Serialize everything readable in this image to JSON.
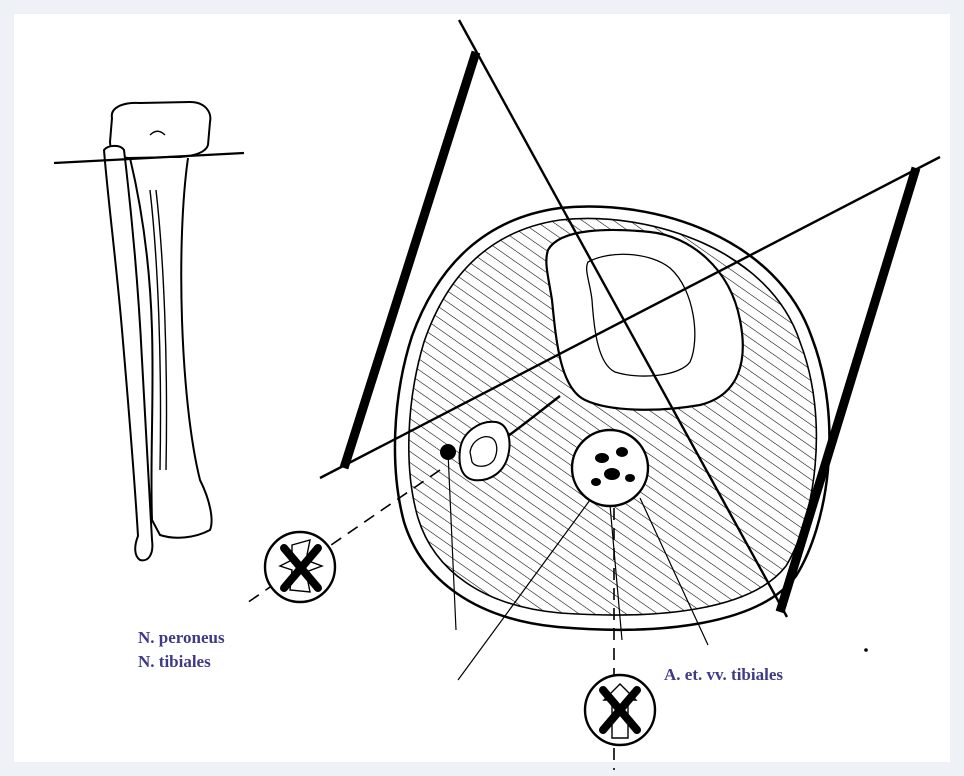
{
  "labels": {
    "nerve_peroneus": "N. peroneus",
    "nerve_tibiales": "N. tibiales",
    "vessels": "A. et. vv. tibiales"
  },
  "colors": {
    "background": "#eef1f5",
    "line": "#000000",
    "label_text": "#3f3a86"
  },
  "icons": {
    "forbidden_marker_left": "cross-in-circle-icon",
    "forbidden_marker_bottom": "cross-in-circle-icon"
  }
}
